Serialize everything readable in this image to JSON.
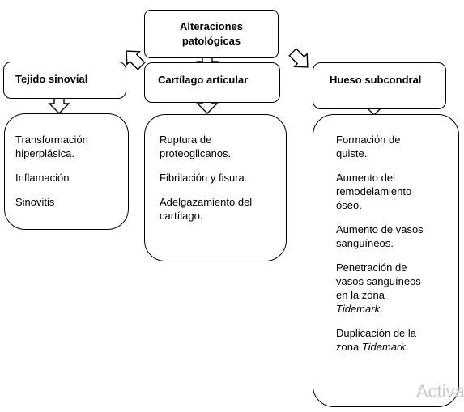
{
  "root": {
    "line1": "Alteraciones",
    "line2": "patológicas"
  },
  "branches": [
    {
      "title": "Tejido sinovial",
      "items": [
        {
          "text": "Transformación hiperplásica."
        },
        {
          "text": "Inflamación"
        },
        {
          "text": "Sinovitis"
        }
      ]
    },
    {
      "title": "Cartílago articular",
      "items": [
        {
          "text": "Ruptura de proteoglicanos."
        },
        {
          "text": "Fibrilación y fisura."
        },
        {
          "text": "Adelgazamiento del cartílago."
        }
      ]
    },
    {
      "title": "Hueso subcondral",
      "items": [
        {
          "text": "Formación de quiste."
        },
        {
          "text": "Aumento del remodelamiento óseo."
        },
        {
          "text": "Aumento de vasos sanguíneos."
        },
        {
          "pre": "Penetración de vasos sanguíneos en la zona ",
          "em": "Tidemark",
          "post": "."
        },
        {
          "pre": "Duplicación de la zona ",
          "em": "Tidemark",
          "post": "."
        }
      ]
    }
  ],
  "watermark": "Activa"
}
